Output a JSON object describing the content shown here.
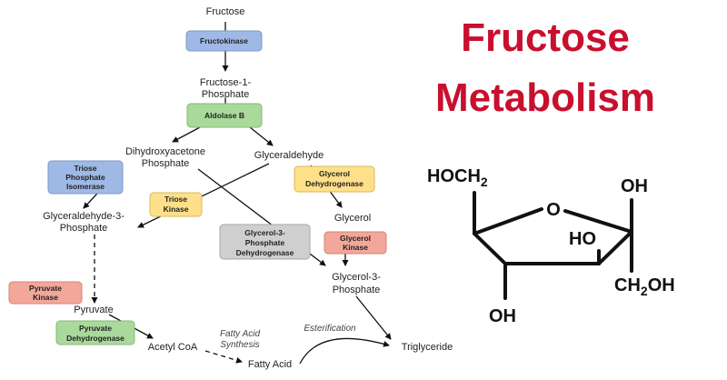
{
  "title": {
    "line1": "Fructose",
    "line2": "Metabolism"
  },
  "colors": {
    "title": "#c8102e",
    "blue": "#9fb9e6",
    "green": "#a9d99b",
    "yellow": "#ffe08a",
    "red": "#f3a79a",
    "gray": "#cfcfcf"
  },
  "metabolites": {
    "fructose": "Fructose",
    "f1p_1": "Fructose-1-",
    "f1p_2": "Phosphate",
    "dhap_1": "Dihydroxyacetone",
    "dhap_2": "Phosphate",
    "glyceraldehyde": "Glyceraldehyde",
    "g3p_1": "Glyceraldehyde-3-",
    "g3p_2": "Phosphate",
    "glycerol": "Glycerol",
    "gly3p_1": "Glycerol-3-",
    "gly3p_2": "Phosphate",
    "pyruvate": "Pyruvate",
    "acetyl_coa": "Acetyl CoA",
    "fatty_acid": "Fatty Acid",
    "triglyceride": "Triglyceride"
  },
  "enzymes": {
    "fructokinase": "Fructokinase",
    "aldolase_b": "Aldolase B",
    "tpi_1": "Triose",
    "tpi_2": "Phosphate",
    "tpi_3": "Isomerase",
    "triose_kinase_1": "Triose",
    "triose_kinase_2": "Kinase",
    "glycerol_dh_1": "Glycerol",
    "glycerol_dh_2": "Dehydrogenase",
    "glycerol_kinase_1": "Glycerol",
    "glycerol_kinase_2": "Kinase",
    "g3p_dh_1": "Glycerol-3-",
    "g3p_dh_2": "Phosphate",
    "g3p_dh_3": "Dehydrogenase",
    "pyruvate_kinase_1": "Pyruvate",
    "pyruvate_kinase_2": "Kinase",
    "pdh_1": "Pyruvate",
    "pdh_2": "Dehydrogenase"
  },
  "processes": {
    "fas_1": "Fatty Acid",
    "fas_2": "Synthesis",
    "esterification": "Esterification"
  },
  "structure": {
    "hoch2_main": "HOCH",
    "hoch2_sub": "2",
    "ring_o": "O",
    "oh_top_right": "OH",
    "ho_inner": "HO",
    "oh_bottom": "OH",
    "ch2oh_a": "CH",
    "ch2oh_sub": "2",
    "ch2oh_b": "OH"
  }
}
